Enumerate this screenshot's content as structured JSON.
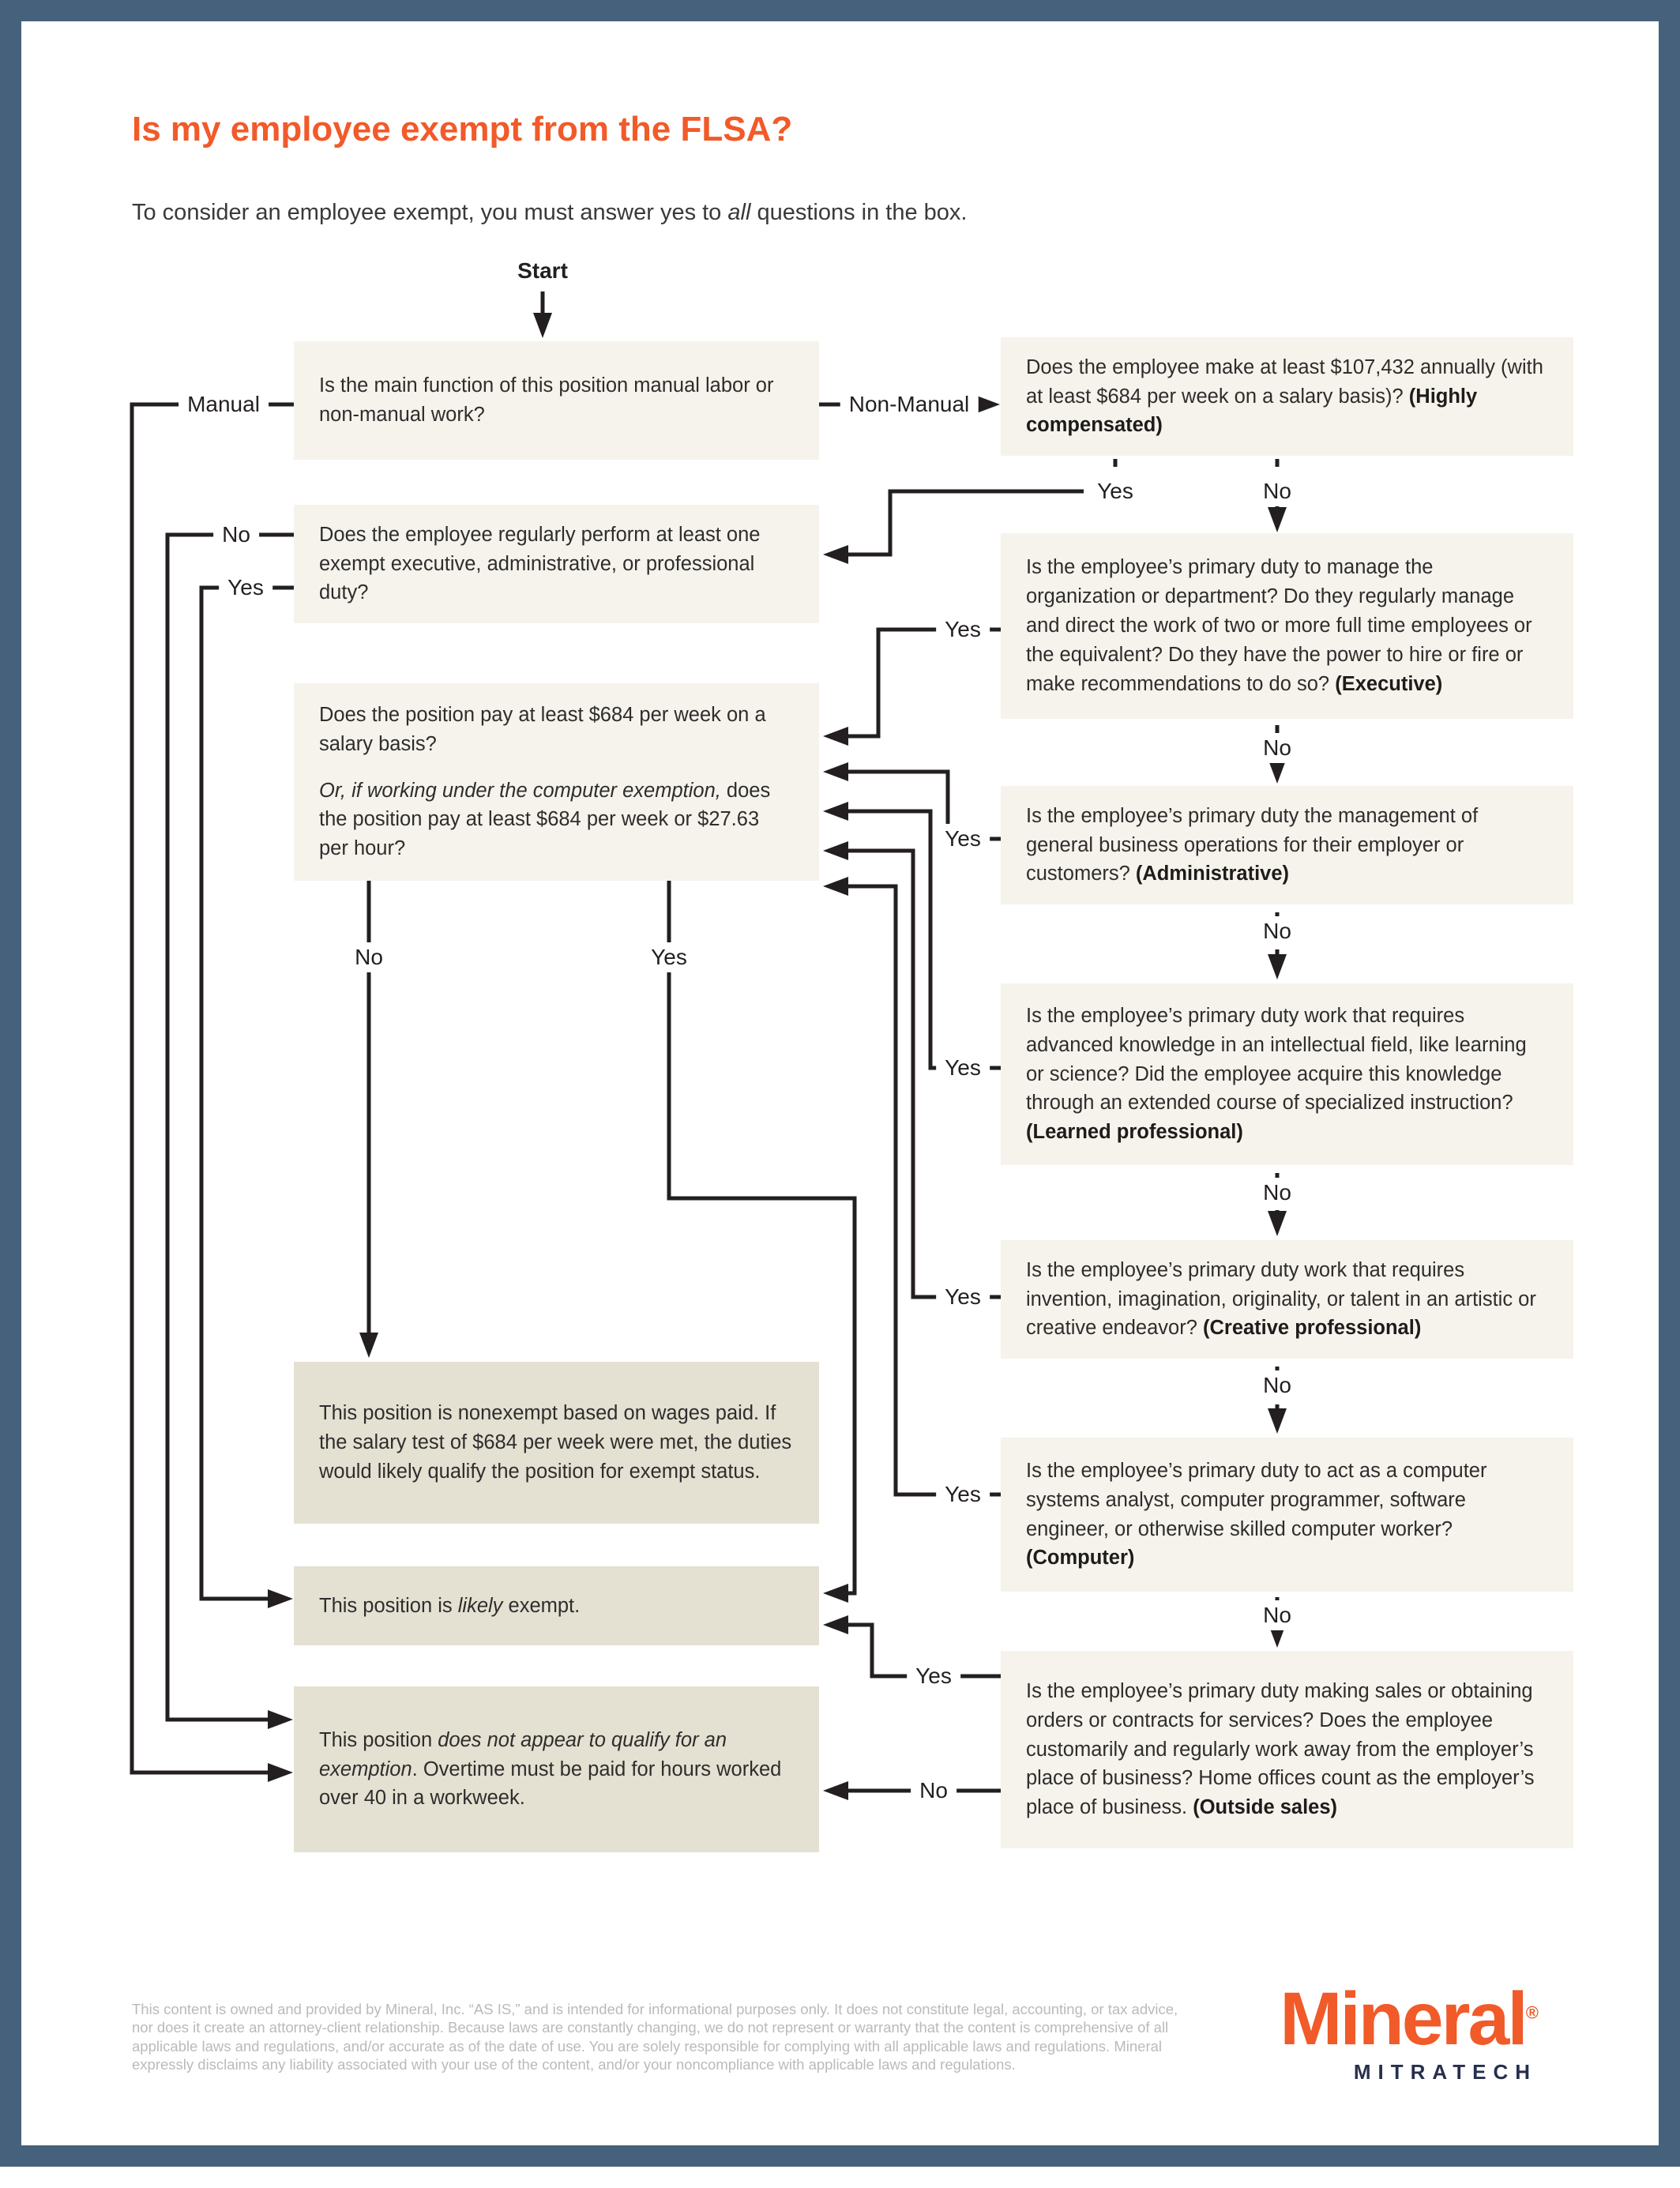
{
  "page": {
    "title": "Is my employee exempt from the FLSA?",
    "subtitle": {
      "pre": "To consider an employee exempt, you must answer yes to ",
      "emph": "all",
      "post": " questions in the box."
    },
    "start_label": "Start"
  },
  "labels": {
    "manual": "Manual",
    "non_manual": "Non-Manual",
    "yes": "Yes",
    "no": "No"
  },
  "boxes": {
    "main_function": {
      "text": "Is the main function of this position manual labor or non-manual work?"
    },
    "exempt_duty": {
      "text": "Does the employee regularly perform at least one exempt executive, administrative, or professional duty?"
    },
    "salary_test": {
      "p1": "Does the position pay at least $684 per week on a salary basis?",
      "p2_italic": "Or, if working under the computer exemption,",
      "p2_rest": " does the position pay at least $684 per week or $27.63 per hour?"
    },
    "highly_compensated": {
      "text": "Does the employee make at least $107,432 annually (with at least $684 per week on a salary basis)? ",
      "tag": "(Highly compensated)"
    },
    "executive": {
      "text": "Is the employee’s primary duty to manage the organization or department? Do they regularly manage and direct the work of two or more full time employees or the equivalent? Do they have the power to hire or fire or make recommendations to do so? ",
      "tag": "(Executive)"
    },
    "administrative": {
      "text": "Is the employee’s primary duty the management of general business operations for their employer or customers? ",
      "tag": "(Administrative)"
    },
    "learned_professional": {
      "text": "Is the employee’s primary duty work that requires advanced knowledge in an intellectual field, like learning or science? Did the employee acquire this knowledge through an extended course of specialized instruction? ",
      "tag": "(Learned professional)"
    },
    "creative_professional": {
      "text": "Is the employee’s primary duty work that requires invention, imagination, originality, or talent in an artistic or creative endeavor? ",
      "tag": "(Creative professional)"
    },
    "computer": {
      "text": "Is the employee’s primary duty to act as a computer systems analyst, computer programmer, software engineer, or otherwise skilled computer worker? ",
      "tag": "(Computer)"
    },
    "outside_sales": {
      "text": "Is the employee’s primary duty making sales or obtaining orders or contracts for services? Does the employee customarily and regularly work away from the employer’s place of business? Home offices count as the employer’s place of business. ",
      "tag": "(Outside sales)"
    },
    "nonexempt_wages": {
      "text": "This position is nonexempt based on wages paid. If the salary test of $684 per week were met, the duties would likely qualify the position for exempt status."
    },
    "likely_exempt": {
      "pre": "This position is ",
      "emph": "likely",
      "post": " exempt."
    },
    "not_exempt": {
      "pre": "This position ",
      "emph": "does not appear to qualify for an exemption",
      "post": ". Overtime must be paid for hours worked over 40 in a workweek."
    }
  },
  "footer": {
    "disclaimer": "This content is owned and provided by Mineral, Inc. “AS IS,” and is intended for informational purposes only. It does not constitute legal, accounting, or tax advice, nor does it create an attorney-client relationship. Because laws are constantly changing, we do not represent or warranty that the content is comprehensive of all applicable laws and regulations, and/or accurate as of the date of use. You are solely responsible for complying with all applicable laws and regulations. Mineral expressly disclaims any liability associated with your use of the content, and/or your noncompliance with applicable laws and regulations.",
    "logo": {
      "name": "Mineral",
      "registered": "®",
      "sub": "MITRATECH"
    }
  },
  "colors": {
    "accent_orange": "#F15A29",
    "border_blue": "#46617B",
    "question_box_bg": "#F5F3EC",
    "result_box_bg": "#E4E1D2",
    "line_color": "#231F20",
    "footer_text": "#B9BABC",
    "logo_navy": "#272F4D"
  }
}
